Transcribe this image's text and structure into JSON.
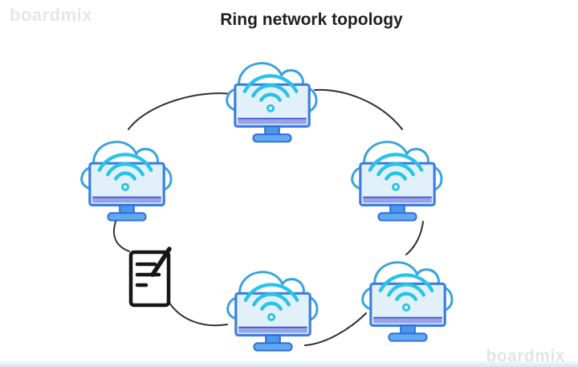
{
  "title": "Ring network topology",
  "watermarks": {
    "top_left": "boardmix",
    "bottom_right": "boardmix"
  },
  "diagram": {
    "type": "ring-topology-diagram",
    "nodes": [
      {
        "id": "node-top",
        "icon": "wifi-cloud-computer-icon"
      },
      {
        "id": "node-left",
        "icon": "wifi-cloud-computer-icon"
      },
      {
        "id": "node-right",
        "icon": "wifi-cloud-computer-icon"
      },
      {
        "id": "node-bottom-center",
        "icon": "wifi-cloud-computer-icon"
      },
      {
        "id": "node-bottom-right",
        "icon": "wifi-cloud-computer-icon"
      },
      {
        "id": "node-note",
        "icon": "document-pen-icon"
      }
    ],
    "connections": [
      {
        "from": "node-top",
        "to": "node-left"
      },
      {
        "from": "node-top",
        "to": "node-right"
      },
      {
        "from": "node-left",
        "to": "node-note"
      },
      {
        "from": "node-note",
        "to": "node-bottom-center"
      },
      {
        "from": "node-bottom-center",
        "to": "node-bottom-right"
      },
      {
        "from": "node-right",
        "to": "node-bottom-right"
      }
    ]
  },
  "colors": {
    "cloud_outline": "#37a2e0",
    "monitor_border": "#3b7de2",
    "screen_fill": "#e2f0fa",
    "wifi": "#27c4e8",
    "monitor_bar": "#98a2ea",
    "monitor_bar_edge": "#3a4fc0",
    "stand_fill": "#4e96ea",
    "stand_border": "#2d6ed8",
    "base_fill": "#62a9f0",
    "connector_line": "#2f2f2f",
    "note_outline": "#151515",
    "bottom_bar": "#cde7f5",
    "watermark": "#e4e7ea",
    "title_text": "#1f1f1f"
  }
}
